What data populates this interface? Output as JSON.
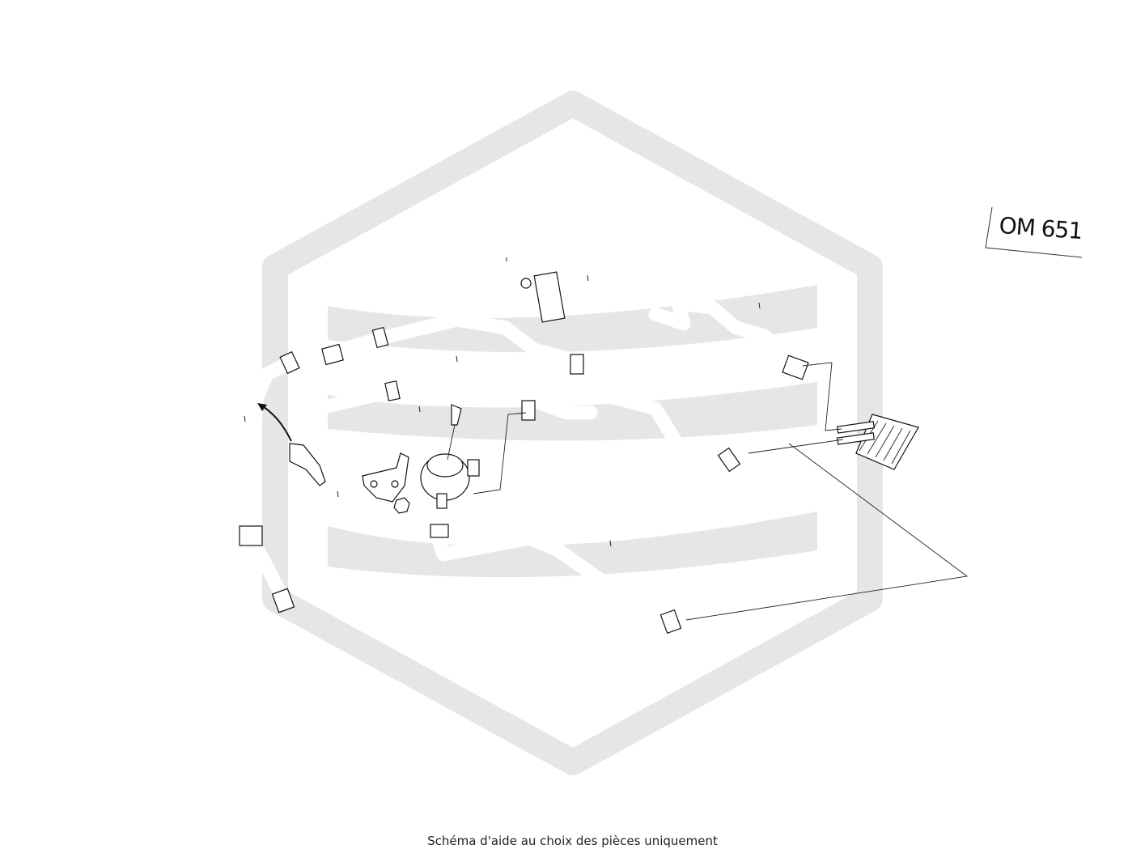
{
  "engine_code": "OM 651",
  "caption": "Schéma d'aide au choix des pièces uniquement",
  "watermark": {
    "color": "#e6e6e6",
    "shape": "hexagon-logo"
  },
  "colors": {
    "line": "#111111",
    "background": "#ffffff"
  }
}
